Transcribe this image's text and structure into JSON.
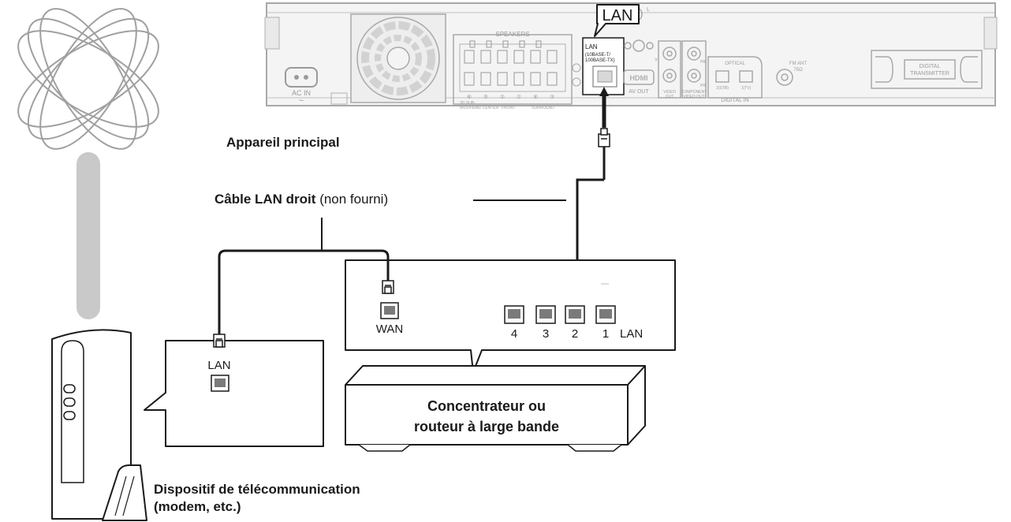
{
  "labels": {
    "main_unit": "Appareil principal",
    "lan_cable_bold": "Câble LAN droit",
    "lan_cable_note": "(non fourni)",
    "hub_line1": "Concentrateur ou",
    "hub_line2": "routeur à large bande",
    "modem_line1": "Dispositif de télécommunication",
    "modem_line2": "(modem, etc.)",
    "lan_callout": "LAN",
    "wan": "WAN",
    "lan_ports": "LAN",
    "modem_lan": "LAN",
    "port_numbers": [
      "4",
      "3",
      "2",
      "1"
    ]
  },
  "rear_panel": {
    "ac_in": "AC IN",
    "ac_symbol": "~",
    "speakers": "SPEAKERS",
    "lan_port_label": "LAN",
    "lan_port_spec1": "(10BASE-T/",
    "lan_port_spec2": "100BASE-TX)",
    "av_out": "AV OUT",
    "hdmi": "HDMI",
    "video_out1": "VIDEO",
    "video_out2": "OUT",
    "component1": "COMPONENT",
    "component2": "VIDEO OUT",
    "optical": "OPTICAL",
    "digital_in": "DIGITAL IN",
    "opt_stb": "2(STB)",
    "opt_tv": "1(TV)",
    "fm_ant": "FM ANT",
    "fm_ohm": "75Ω",
    "digital_tx1": "DIGITAL",
    "digital_tx2": "TRANSMITTER",
    "jack_y": "Y",
    "jack_pb": "PB",
    "jack_pr": "PR",
    "jack_l": "L",
    "spk_labels": [
      "3D SUB-",
      "WOOFER",
      "3D CENTER",
      "FRONT",
      "SURROUND"
    ],
    "spk_numbers": [
      "⑥",
      "⑤",
      "②",
      "①",
      "④",
      "③"
    ]
  },
  "colors": {
    "line": "#1a1a1a",
    "panel_fill": "#f4f4f4",
    "panel_stroke": "#a8a8a8",
    "panel_text": "#9a9a9a",
    "antenna_pole": "#c9c9c9",
    "antenna_rings": "#a0a0a0"
  }
}
